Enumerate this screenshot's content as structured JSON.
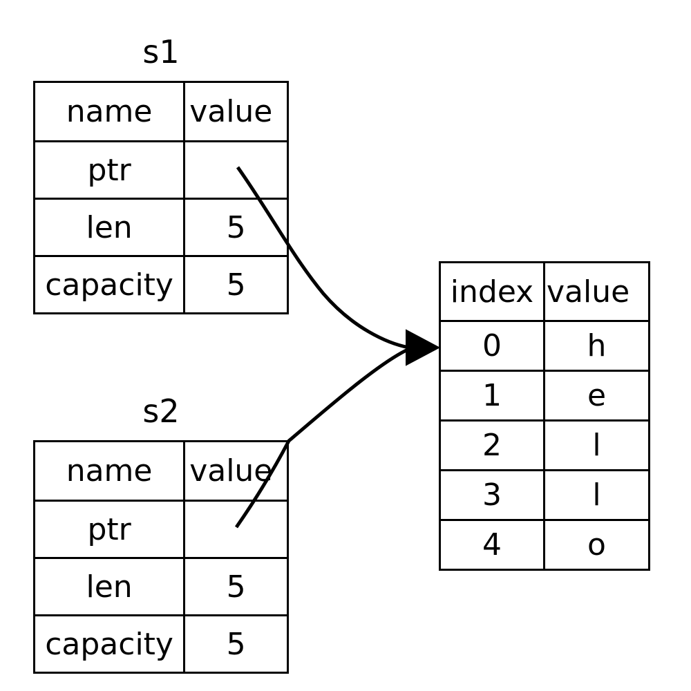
{
  "diagram": {
    "title_s1": "s1",
    "title_s2": "s2"
  },
  "structs": [
    {
      "id": "s1",
      "title": "s1",
      "header": {
        "name": "name",
        "value": "value"
      },
      "rows": [
        {
          "name": "ptr",
          "value": ""
        },
        {
          "name": "len",
          "value": "5"
        },
        {
          "name": "capacity",
          "value": "5"
        }
      ]
    },
    {
      "id": "s2",
      "title": "s2",
      "header": {
        "name": "name",
        "value": "value"
      },
      "rows": [
        {
          "name": "ptr",
          "value": ""
        },
        {
          "name": "len",
          "value": "5"
        },
        {
          "name": "capacity",
          "value": "5"
        }
      ]
    }
  ],
  "array": {
    "header": {
      "index": "index",
      "value": "value"
    },
    "rows": [
      {
        "index": "0",
        "value": "h"
      },
      {
        "index": "1",
        "value": "e"
      },
      {
        "index": "2",
        "value": "l"
      },
      {
        "index": "3",
        "value": "l"
      },
      {
        "index": "4",
        "value": "o"
      }
    ]
  },
  "edges": [
    {
      "from": "s1.ptr",
      "to": "array.0"
    },
    {
      "from": "s2.ptr",
      "to": "array.0"
    }
  ],
  "colors": {
    "stroke": "#000000",
    "background": "#ffffff",
    "text": "#000000"
  }
}
